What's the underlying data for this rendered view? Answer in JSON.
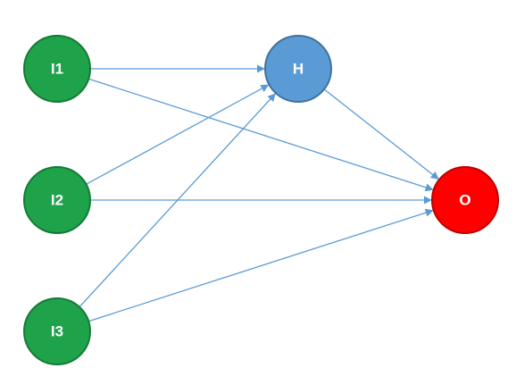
{
  "nodes": [
    {
      "id": "i1",
      "label": "I1",
      "fill": "#1ea24a",
      "stroke": "#157a36"
    },
    {
      "id": "i2",
      "label": "I2",
      "fill": "#1ea24a",
      "stroke": "#157a36"
    },
    {
      "id": "i3",
      "label": "I3",
      "fill": "#1ea24a",
      "stroke": "#157a36"
    },
    {
      "id": "h",
      "label": "H",
      "fill": "#5b9bd5",
      "stroke": "#41719c"
    },
    {
      "id": "o",
      "label": "O",
      "fill": "#fe0000",
      "stroke": "#c00000"
    }
  ],
  "edges": [
    {
      "from": "i1",
      "to": "h"
    },
    {
      "from": "i1",
      "to": "o"
    },
    {
      "from": "i2",
      "to": "h"
    },
    {
      "from": "i2",
      "to": "o"
    },
    {
      "from": "i3",
      "to": "h"
    },
    {
      "from": "i3",
      "to": "o"
    },
    {
      "from": "h",
      "to": "o"
    }
  ],
  "edge_color": "#5b9bd5"
}
